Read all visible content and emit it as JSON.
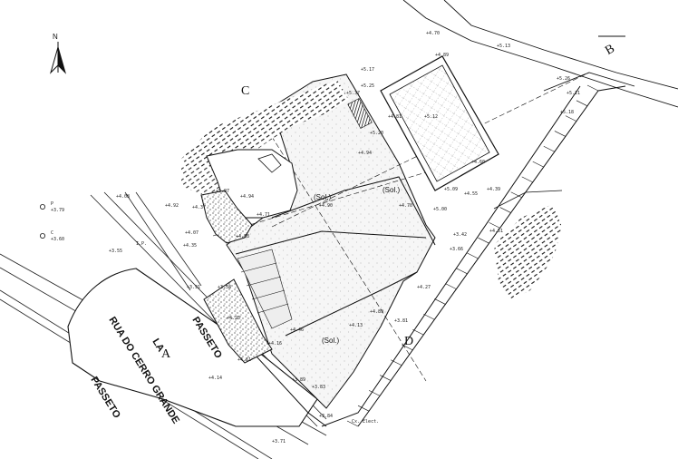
{
  "map": {
    "north_label": "N",
    "street_name": "RUA DO CERRO GRANDE",
    "sidewalk_upper": "PASSETO",
    "sidewalk_lower": "PASSETO",
    "la_mark": "LA",
    "sol_labels": [
      "(Sol.)",
      "(Sol.)",
      "(Sol.)"
    ],
    "letter_c": "C",
    "letter_d": "D",
    "letter_b": "B",
    "letter_a": "A",
    "electric_box": "Cx. Elect.",
    "ip_label": "I.P.",
    "pole_p": "P",
    "pole_c": "C",
    "pole_p_elev": "+3.79",
    "pole_c_elev": "+3.60",
    "elevations": [
      "+4.70",
      "+4.89",
      "+5.17",
      "+5.25",
      "+5.37",
      "+5.13",
      "+5.26",
      "+5.21",
      "+4.81",
      "+5.20",
      "+4.94",
      "+5.12",
      "+4.60",
      "+4.39",
      "+4.55",
      "+5.00",
      "+4.70",
      "+4.90",
      "+4.71",
      "+4.94",
      "+5.97",
      "+4.37",
      "+4.92",
      "+4.08",
      "+4.07",
      "+4.35",
      "+4.88",
      "+3.55",
      "+3.58",
      "+3.91",
      "+4.25",
      "+4.46",
      "+4.16",
      "+4.61",
      "+4.14",
      "+3.89",
      "+3.83",
      "+3.84",
      "+3.71",
      "+3.66",
      "+3.42",
      "+4.27",
      "+4.89",
      "+4.13",
      "+3.81",
      "+4.51",
      "+5.09",
      "+5.18"
    ]
  }
}
